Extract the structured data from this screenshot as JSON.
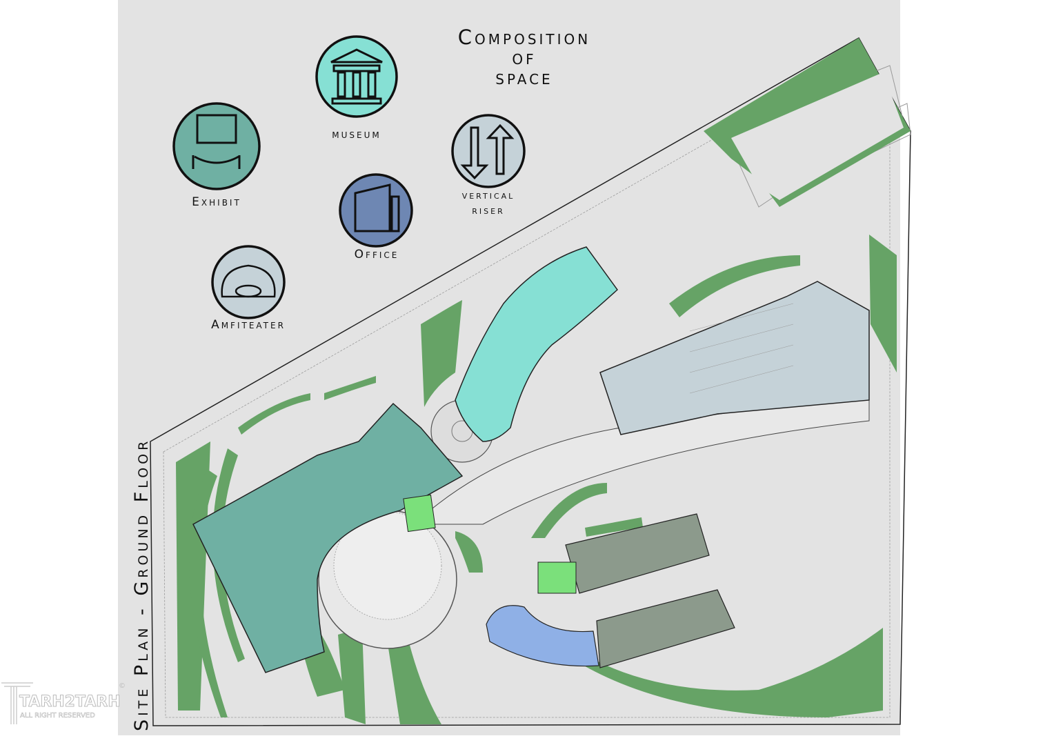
{
  "title": {
    "line1": "Composition",
    "line2": "of",
    "line3": "space"
  },
  "side_title": "Site Plan - Ground Floor",
  "legend": [
    {
      "label": "museum",
      "icon": "museum-icon",
      "color": "#86e0d4"
    },
    {
      "label": "Exhibit",
      "icon": "exhibit-icon",
      "color": "#6fb0a3"
    },
    {
      "label": "vertical",
      "label2": "riser",
      "icon": "vertical-riser-icon",
      "color": "#c5d2d8"
    },
    {
      "label": "Office",
      "icon": "office-building-icon",
      "color": "#6e87b3"
    },
    {
      "label": "Amfiteater",
      "icon": "amphitheater-icon",
      "color": "#c5d2d8"
    }
  ],
  "colors": {
    "background": "#e3e3e3",
    "landscape": "#66a366",
    "exhibit": "#6fb0a3",
    "museum": "#86e0d4",
    "riser": "#c5d2d8",
    "office_blue": "#8fb0e6",
    "office_grey": "#8c9a8c",
    "stair": "#7be07b"
  },
  "watermark": {
    "brand": "TARH2TARH",
    "rights": "ALL RIGHT RESERVED",
    "symbol": "©"
  }
}
